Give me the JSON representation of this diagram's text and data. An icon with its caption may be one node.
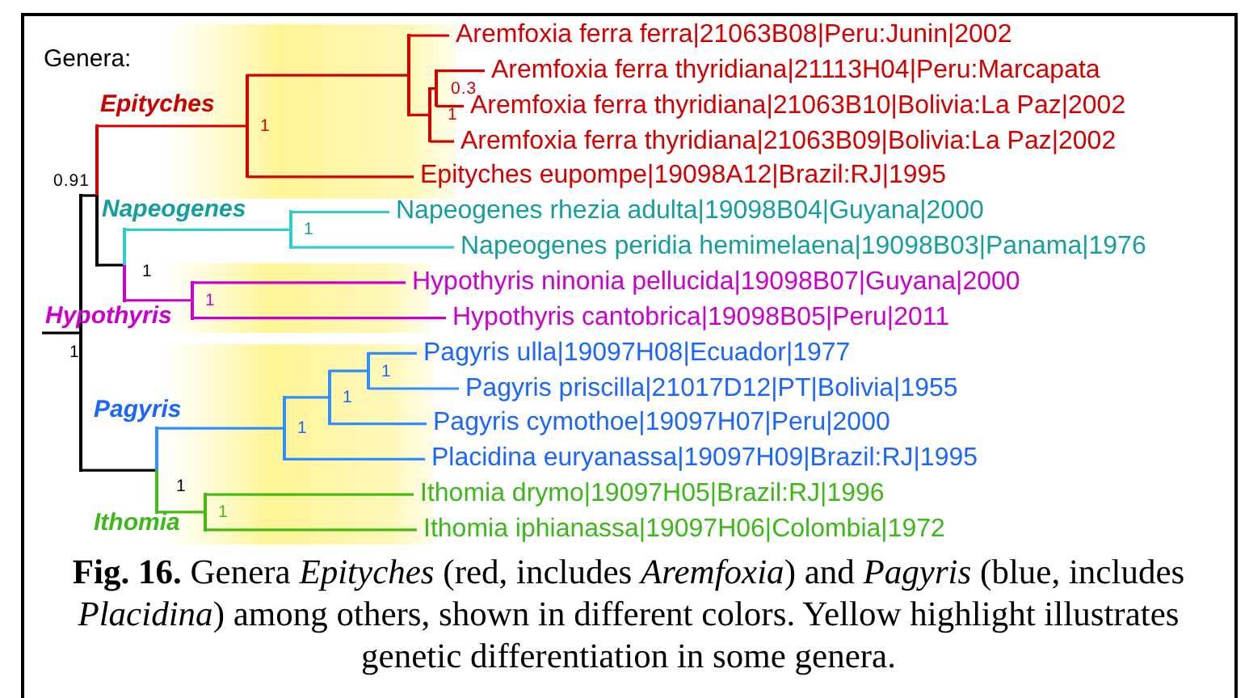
{
  "diagram": {
    "caption": "**Fig. 16.** Genera *Epityches* (red, includes *Aremfoxia*) and *Pagyris* (blue, includes *Placidina*) among others, shown in different colors. Yellow highlight illustrates genetic differentiation in some genera.",
    "nodes": [
      {
        "text": [
          "Aremfoxia ferra ferra|21063B08|Peru:Junin|2002"
        ]
      },
      {
        "text": [
          "Aremfoxia ferra thyridiana|21113H04|Peru:Marcapata"
        ]
      },
      {
        "text": [
          "Aremfoxia ferra thyridiana|21063B10|Bolivia:La Paz|2002"
        ]
      },
      {
        "text": [
          "Aremfoxia ferra thyridiana|21063B09|Bolivia:La Paz|2002"
        ]
      },
      {
        "text": [
          "Epityches eupompe|19098A12|Brazil:RJ|1995"
        ]
      },
      {
        "text": [
          "Napeogenes rhezia adulta|19098B04|Guyana|2000"
        ]
      },
      {
        "text": [
          "Napeogenes peridia hemimelaena|19098B03|Panama|1976"
        ]
      },
      {
        "text": [
          "Hypothyris ninonia pellucida|19098B07|Guyana|2000"
        ]
      },
      {
        "text": [
          "Hypothyris cantobrica|19098B05|Peru|2011"
        ]
      },
      {
        "text": [
          "Pagyris ulla|19097H08|Ecuador|1977"
        ]
      },
      {
        "text": [
          "Pagyris priscilla|21017D12|PT|Bolivia|1955"
        ]
      },
      {
        "text": [
          "Pagyris cymothoe|19097H07|Peru|2000"
        ]
      },
      {
        "text": [
          "Placidina euryanassa|19097H09|Brazil:RJ|1995"
        ]
      },
      {
        "text": [
          "Ithomia drymo|19097H05|Brazil:RJ|1996"
        ]
      },
      {
        "text": [
          "Ithomia iphianassa|19097H06|Colombia|1972"
        ]
      },
      {
        "text": [],
        "shape": "bar",
        "beside": [
          "1"
        ]
      },
      {
        "text": [],
        "shape": "bar",
        "beside": [
          "0.91"
        ]
      },
      {
        "text": [],
        "shape": "bar",
        "beside": [
          "1"
        ]
      },
      {
        "text": [],
        "shape": "bar"
      },
      {
        "text": [],
        "shape": "bar",
        "beside": [
          "1"
        ]
      },
      {
        "text": [],
        "shape": "bar"
      },
      {
        "text": [],
        "shape": "bar",
        "beside": [
          "1"
        ]
      },
      {
        "text": [],
        "shape": "bar",
        "beside": [
          "1"
        ]
      },
      {
        "text": [],
        "shape": "bar",
        "beside": [
          "1"
        ]
      },
      {
        "text": [],
        "shape": "bar",
        "beside": [
          "1"
        ]
      },
      {
        "text": [],
        "shape": "bar",
        "beside": [
          "1"
        ]
      },
      {
        "text": [],
        "shape": "bar",
        "beside": [
          "1"
        ]
      },
      {
        "text": [],
        "shape": "bar",
        "beside": [
          "1"
        ]
      },
      {
        "text": [],
        "shape": "bar",
        "beside": [
          "1"
        ]
      }
    ],
    "edges": [
      {
        "from": 15,
        "to": 16,
        "arrow": "none",
        "color": "#000000"
      },
      {
        "from": 15,
        "to": 24,
        "arrow": "none",
        "color": "#000000"
      },
      {
        "from": 16,
        "to": 17,
        "arrow": "none",
        "color": "#d40000"
      },
      {
        "from": 16,
        "to": 21,
        "arrow": "none",
        "color": "#000000"
      },
      {
        "from": 17,
        "to": 18,
        "arrow": "none",
        "color": "#d40000"
      },
      {
        "from": 17,
        "to": 4,
        "arrow": "none",
        "color": "#d40000"
      },
      {
        "from": 18,
        "to": 0,
        "arrow": "none",
        "color": "#d40000"
      },
      {
        "from": 18,
        "to": 19,
        "arrow": "none",
        "color": "#d40000"
      },
      {
        "from": 19,
        "to": 20,
        "arrow": "none",
        "color": "#d40000"
      },
      {
        "from": 19,
        "to": 3,
        "arrow": "none",
        "color": "#d40000"
      },
      {
        "from": 20,
        "to": 1,
        "arrow": "none",
        "color": "#d40000"
      },
      {
        "from": 20,
        "to": 2,
        "arrow": "none",
        "color": "#d40000"
      },
      {
        "from": 21,
        "to": 22,
        "arrow": "none",
        "color": "#33cccc"
      },
      {
        "from": 21,
        "to": 23,
        "arrow": "none",
        "color": "#cc00cc"
      },
      {
        "from": 22,
        "to": 5,
        "arrow": "none",
        "color": "#33cccc"
      },
      {
        "from": 22,
        "to": 6,
        "arrow": "none",
        "color": "#33cccc"
      },
      {
        "from": 23,
        "to": 7,
        "arrow": "none",
        "color": "#cc00cc"
      },
      {
        "from": 23,
        "to": 8,
        "arrow": "none",
        "color": "#cc00cc"
      },
      {
        "from": 24,
        "to": 25,
        "arrow": "none",
        "color": "#2f8fff"
      },
      {
        "from": 24,
        "to": 28,
        "arrow": "none",
        "color": "#44bb11"
      },
      {
        "from": 25,
        "to": 26,
        "arrow": "none",
        "color": "#2f8fff"
      },
      {
        "from": 25,
        "to": 12,
        "arrow": "none",
        "color": "#2f8fff"
      },
      {
        "from": 26,
        "to": 27,
        "arrow": "none",
        "color": "#2f8fff"
      },
      {
        "from": 26,
        "to": 11,
        "arrow": "none",
        "color": "#2f8fff"
      },
      {
        "from": 27,
        "to": 9,
        "arrow": "none",
        "color": "#2f8fff"
      },
      {
        "from": 27,
        "to": 10,
        "arrow": "none",
        "color": "#2f8fff"
      },
      {
        "from": 28,
        "to": 13,
        "arrow": "none",
        "color": "#44bb11"
      },
      {
        "from": 28,
        "to": 14,
        "arrow": "none",
        "color": "#44bb11"
      }
    ],
    "labels": [
      "Genera:",
      "0.3",
      "Epityches",
      "Napeogenes",
      "Hypothyris",
      "Pagyris",
      "Ithomia"
    ]
  }
}
